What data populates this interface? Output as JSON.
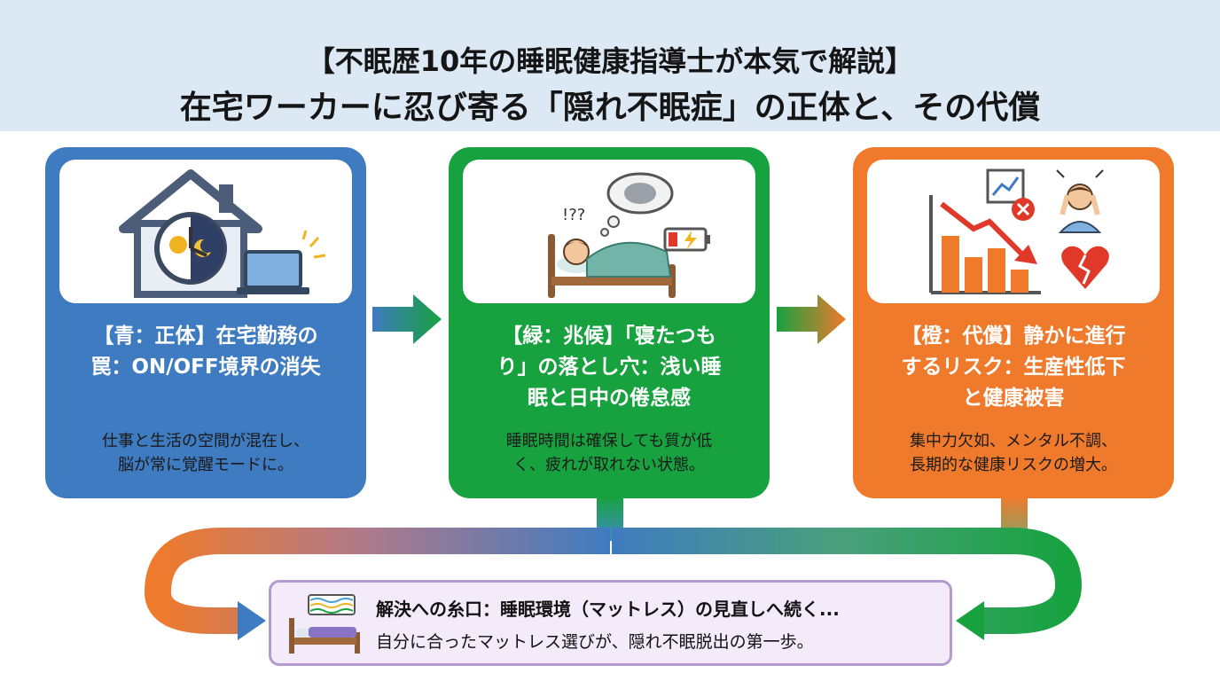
{
  "header": {
    "title_line1": "【不眠歴10年の睡眠健康指導士が本気で解説】",
    "title_line2": "在宅ワーカーに忍び寄る「隠れ不眠症」の正体と、その代償"
  },
  "cards": [
    {
      "color": "#3f7bc0",
      "icon": "house-clock-laptop-icon",
      "title_lines": [
        "【青：正体】在宅勤務の",
        "罠：ON/OFF境界の消失"
      ],
      "desc_lines": [
        "仕事と生活の空間が混在し、",
        "脳が常に覚醒モードに。"
      ]
    },
    {
      "color": "#17a23f",
      "icon": "sleepless-bed-icon",
      "title_lines": [
        "【緑：兆候】「寝たつも",
        "り」の落とし穴：浅い睡",
        "眠と日中の倦怠感"
      ],
      "desc_lines": [
        "睡眠時間は確保しても質が低",
        "く、疲れが取れない状態。"
      ],
      "icon_text": "!??"
    },
    {
      "color": "#ef7a2c",
      "icon": "declining-chart-icon",
      "title_lines": [
        "【橙：代償】静かに進行",
        "するリスク：生産性低下",
        "と健康被害"
      ],
      "desc_lines": [
        "集中力欠如、メンタル不調、",
        "長期的な健康リスクの増大。"
      ]
    }
  ],
  "solution": {
    "icon": "mattress-bed-icon",
    "title": "解決への糸口：睡眠環境（マットレス）の見直しへ続く...",
    "subtitle": "自分に合ったマットレス選びが、隠れ不眠脱出の第一歩。",
    "border_color": "#b49ad0",
    "background": "#f3eafa"
  }
}
